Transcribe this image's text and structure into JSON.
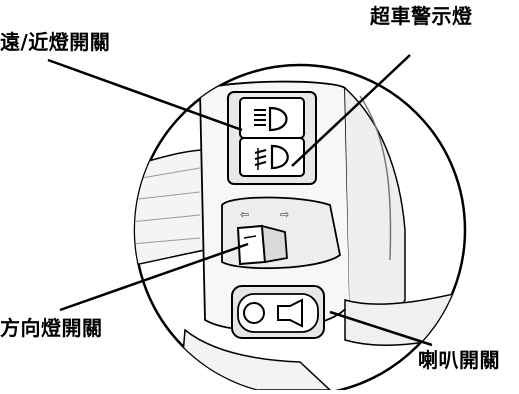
{
  "labels": {
    "headlight_switch": "遠/近燈開關",
    "passing_signal": "超車警示燈",
    "turn_signal_switch": "方向燈開關",
    "horn_switch": "喇叭開關"
  },
  "colors": {
    "ink": "#000000",
    "background": "#ffffff",
    "housing": "#f4f4f4",
    "shade": "#d9d9d9"
  },
  "icons": {
    "high_beam": "high-beam-icon",
    "low_beam": "low-beam-icon",
    "horn": "horn-icon"
  }
}
